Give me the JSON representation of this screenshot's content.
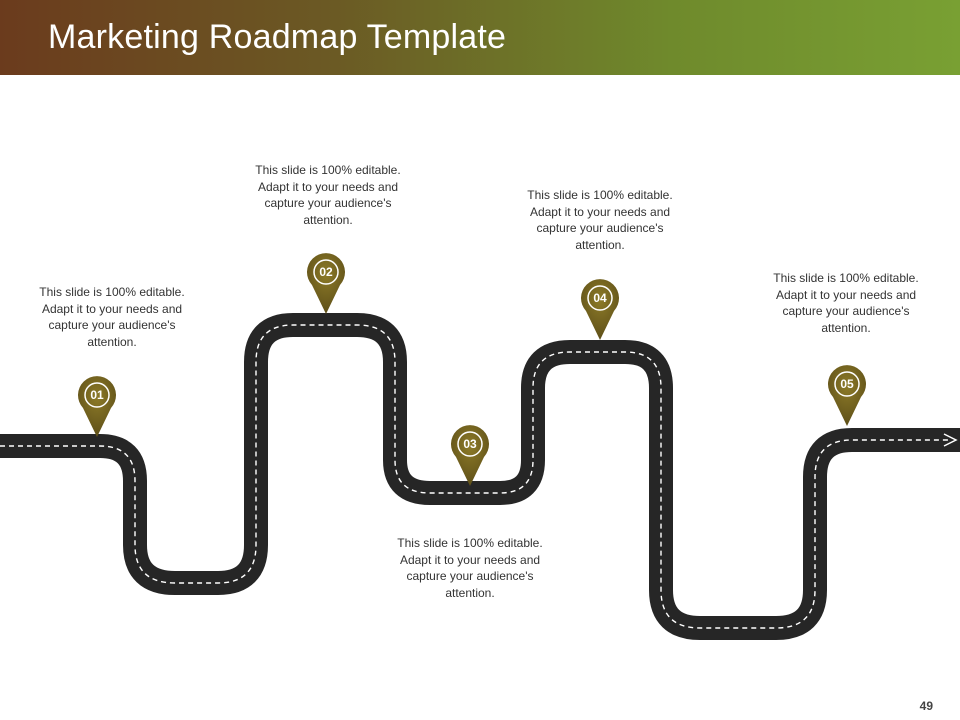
{
  "title": "Marketing Roadmap Template",
  "page_number": "49",
  "colors": {
    "header_start": "#6b3b1d",
    "header_end": "#79a033",
    "road": "#262626",
    "pin_dark": "#6b5a1f",
    "pin_light": "#8b7a2c"
  },
  "milestones": [
    {
      "number": "01",
      "text": "This slide is 100% editable. Adapt it to your needs and capture your audience's attention."
    },
    {
      "number": "02",
      "text": "This slide is 100% editable. Adapt it to your needs and capture your audience's attention."
    },
    {
      "number": "03",
      "text": "This slide is 100% editable. Adapt it to your needs and capture your audience's attention."
    },
    {
      "number": "04",
      "text": "This slide is 100% editable. Adapt it to your needs and capture your audience's attention."
    },
    {
      "number": "05",
      "text": "This slide is 100% editable. Adapt it to your needs and capture your audience's attention."
    }
  ]
}
